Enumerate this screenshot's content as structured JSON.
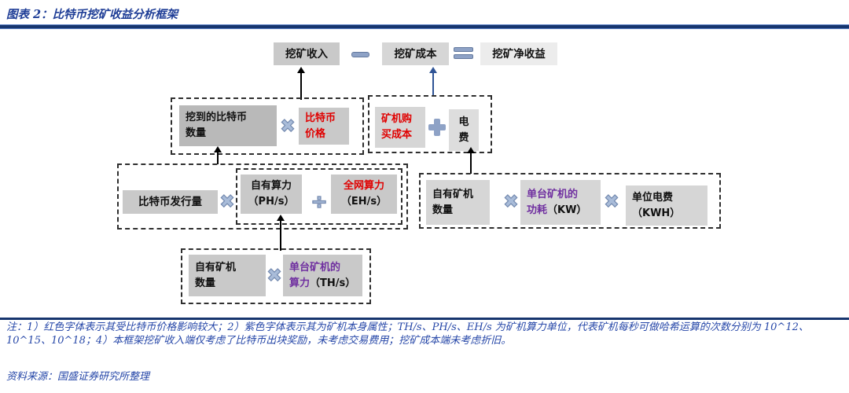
{
  "title": "图表 2：比特币挖矿收益分析框架",
  "operators": {
    "multiply": "✖",
    "divide": "÷"
  },
  "top_row": {
    "mining_revenue": "挖矿收入",
    "mining_cost": "挖矿成本",
    "net_revenue": "挖矿净收益"
  },
  "revenue_branch": {
    "btc_mined_line1": "挖到的比特币",
    "btc_mined_line2": "数量",
    "btc_price_line1": "比特币",
    "btc_price_line2": "价格",
    "btc_issuance": "比特币发行量",
    "own_hashrate_line1": "自有算力",
    "own_hashrate_line2": "（PH/s）",
    "network_hashrate_line1": "全网算力",
    "network_hashrate_line2": "（EH/s）",
    "own_miner_count_line1": "自有矿机",
    "own_miner_count_line2": "数量",
    "hashrate_per_miner_line1": "单台矿机的",
    "hashrate_per_miner_line2_attr": "算力",
    "hashrate_per_miner_line2_unit": "（TH/s）"
  },
  "cost_branch": {
    "miner_purchase_line1": "矿机购",
    "miner_purchase_line2": "买成本",
    "electricity_line1": "电",
    "electricity_line2": "费",
    "own_miner_count_line1": "自有矿机",
    "own_miner_count_line2": "数量",
    "power_per_miner_line1": "单台矿机的",
    "power_per_miner_line2_attr": "功耗",
    "power_per_miner_line2_unit": "（KW）",
    "unit_electricity_line1": "单位电费",
    "unit_electricity_line2": "（KWH）"
  },
  "footer": {
    "note": "注：1）红色字体表示其受比特币价格影响较大；2）紫色字体表示其为矿机本身属性；TH/s、PH/s、EH/s 为矿机算力单位，代表矿机每秒可做哈希运算的次数分别为 10^12、10^15、10^18；4）本框架挖矿收入端仅考虑了比特币出块奖励，未考虑交易费用；挖矿成本端未考虑折旧。",
    "source": "资料来源：国盛证券研究所整理"
  },
  "colors": {
    "navy_text": "#2647a8",
    "title_navy": "#1e3d96",
    "rule_navy": "#16356e",
    "red_text": "#e00000",
    "purple_text": "#7030a0",
    "operator_fill": "#8ea2c6",
    "arrow_blue": "#2f5496"
  }
}
